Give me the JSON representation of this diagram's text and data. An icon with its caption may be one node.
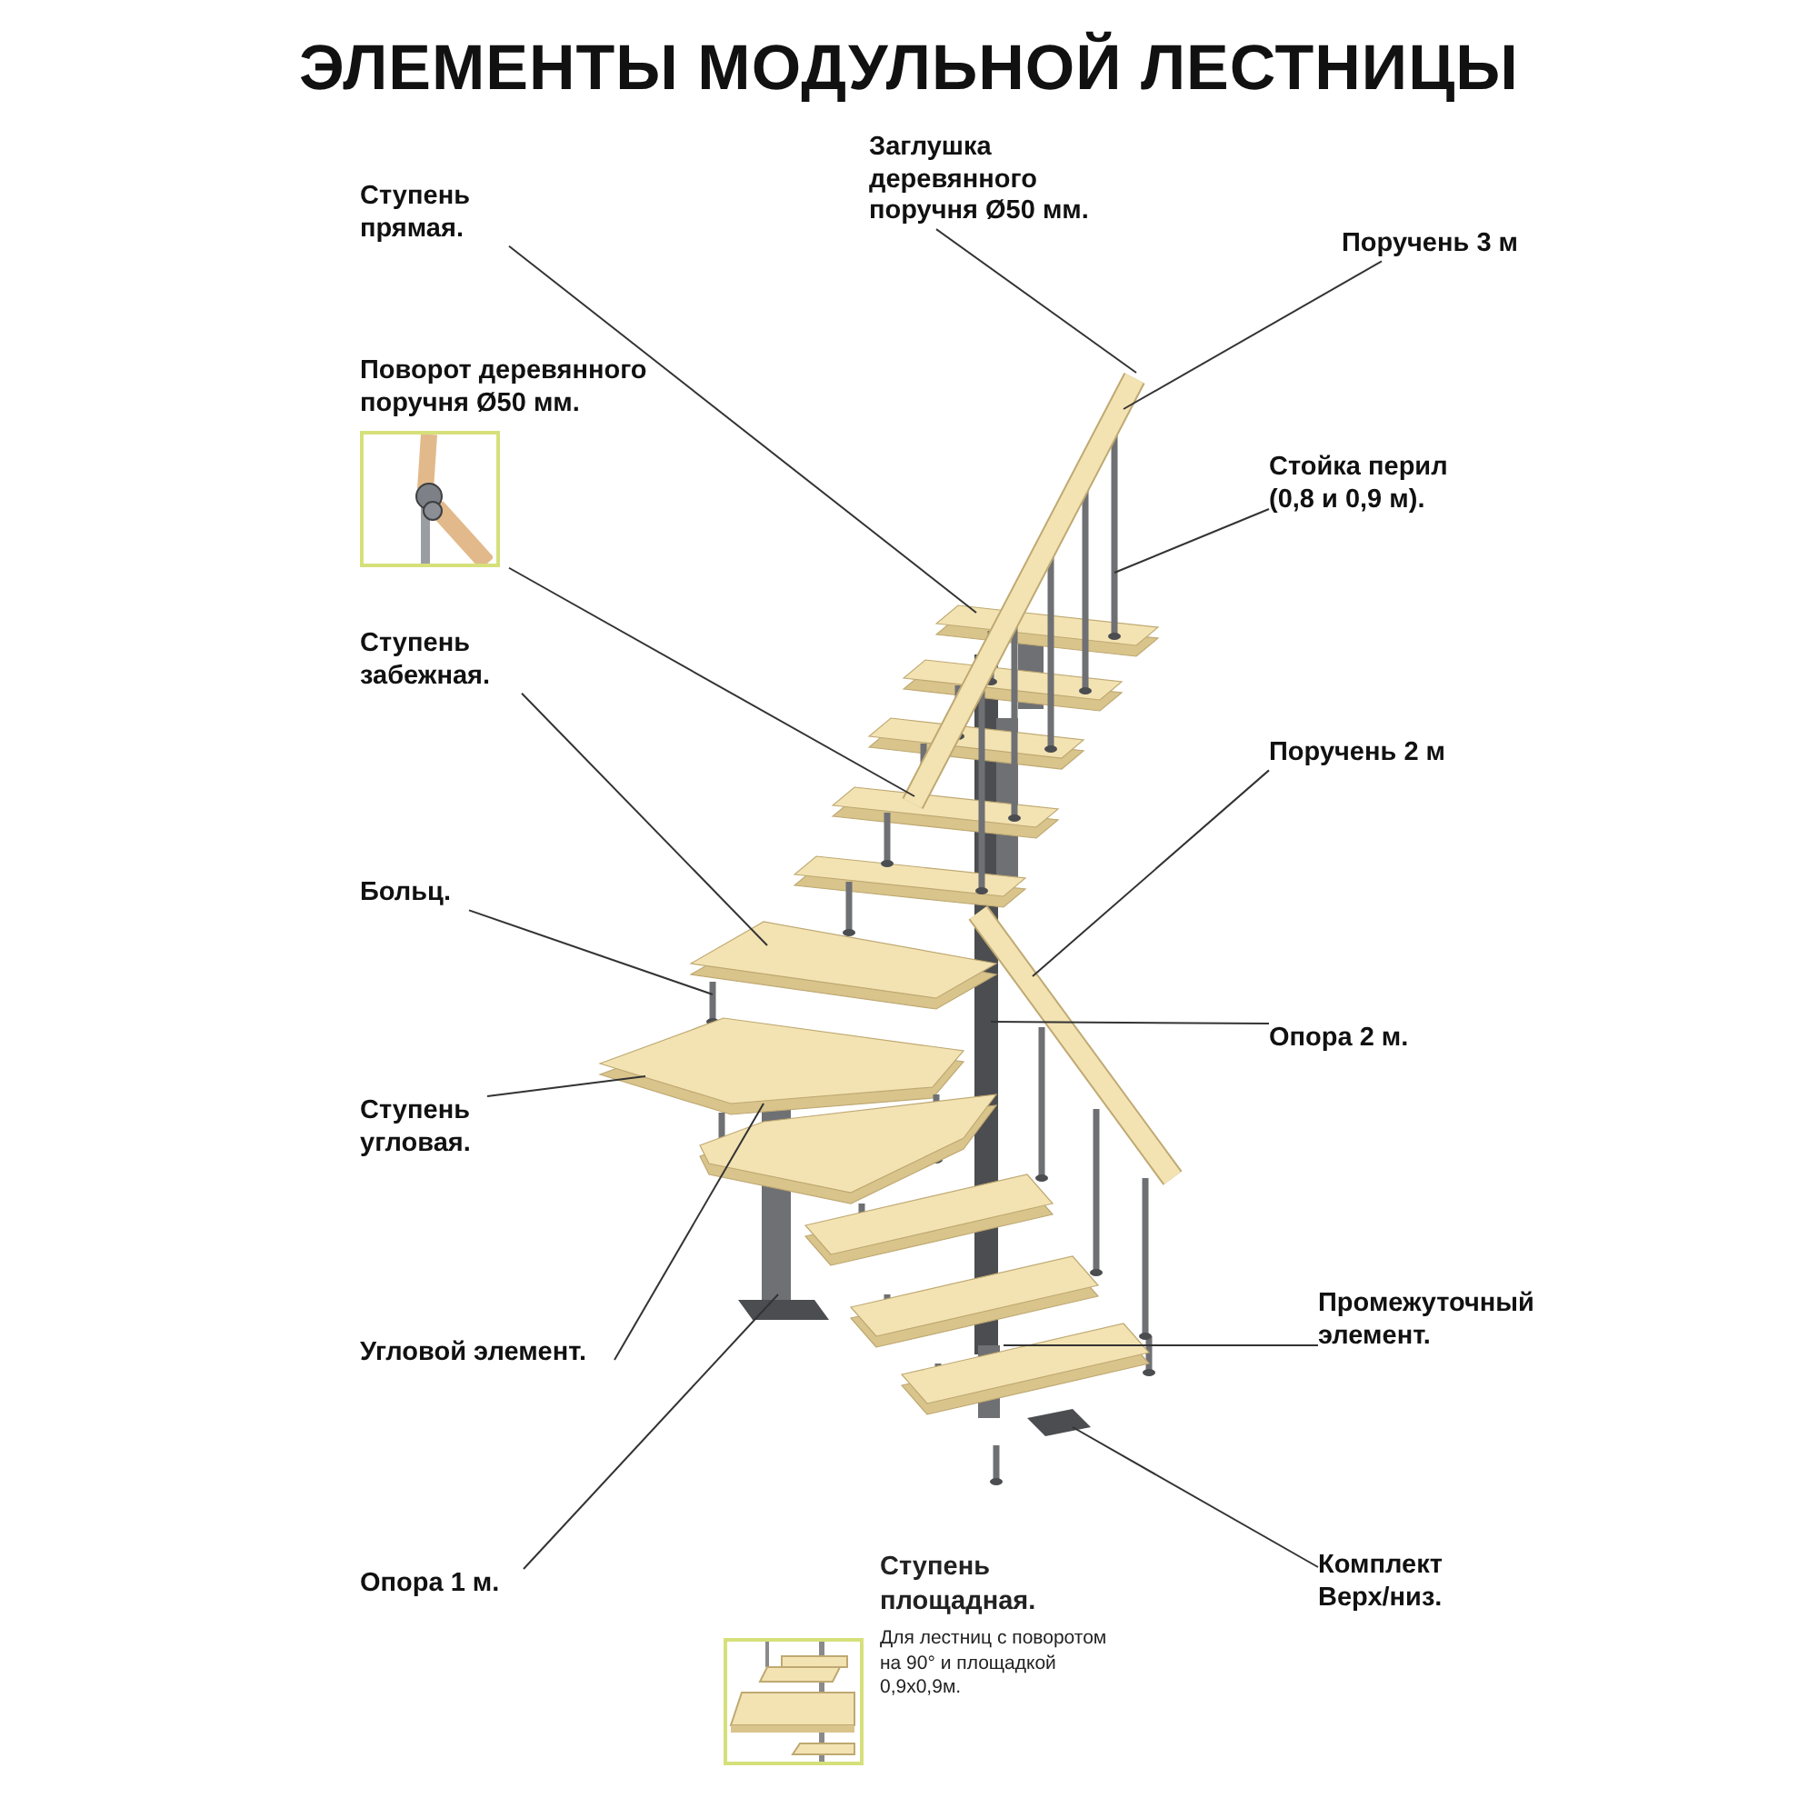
{
  "diagram": {
    "title": "ЭЛЕМЕНТЫ МОДУЛЬНОЙ ЛЕСТНИЦЫ",
    "nodes": [
      {
        "text": [
          "Ступень прямая."
        ]
      },
      {
        "text": [
          "Заглушка деревянного поручня Ø50 мм."
        ]
      },
      {
        "text": [
          "Поручень 3 м"
        ]
      },
      {
        "text": [
          "Поворот деревянного поручня Ø50 мм."
        ]
      },
      {
        "text": [
          "Стойка перил (0,8 и 0,9 м)."
        ]
      },
      {
        "text": [
          "Ступень забежная."
        ]
      },
      {
        "text": [
          "Поручень 2 м"
        ]
      },
      {
        "text": [
          "Больц."
        ]
      },
      {
        "text": [
          "Опора 2 м."
        ]
      },
      {
        "text": [
          "Ступень угловая."
        ]
      },
      {
        "text": [
          "Промежуточный элемент."
        ]
      },
      {
        "text": [
          "Угловой элемент."
        ]
      },
      {
        "text": [
          "Опора 1 м."
        ]
      },
      {
        "text": [
          "Комплект Верх/низ."
        ]
      }
    ],
    "edges": [
      {
        "from": 0,
        "to": null,
        "arrow": "none"
      },
      {
        "from": 1,
        "to": null,
        "arrow": "none"
      },
      {
        "from": 2,
        "to": null,
        "arrow": "none"
      },
      {
        "from": 3,
        "to": null,
        "arrow": "none"
      },
      {
        "from": 4,
        "to": null,
        "arrow": "none"
      },
      {
        "from": 5,
        "to": null,
        "arrow": "none"
      },
      {
        "from": 6,
        "to": null,
        "arrow": "none"
      },
      {
        "from": 7,
        "to": null,
        "arrow": "none"
      },
      {
        "from": 8,
        "to": null,
        "arrow": "none"
      },
      {
        "from": 9,
        "to": null,
        "arrow": "none"
      },
      {
        "from": 10,
        "to": null,
        "arrow": "none"
      },
      {
        "from": 11,
        "to": null,
        "arrow": "none"
      },
      {
        "from": 12,
        "to": null,
        "arrow": "none"
      },
      {
        "from": 13,
        "to": null,
        "arrow": "none"
      }
    ],
    "labels": [
      "Ступень площадная.",
      "Для лестниц с поворотом на 90° и площадкой 0,9х0,9м."
    ]
  }
}
